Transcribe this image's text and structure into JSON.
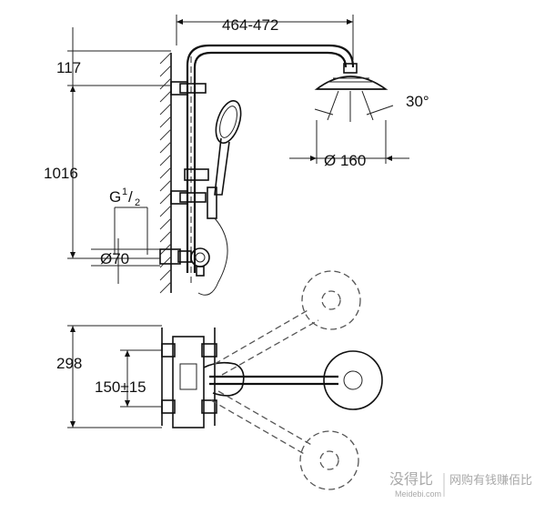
{
  "dimensions": {
    "arm_reach": "464-472",
    "wall_offset": "117",
    "height": "1016",
    "thread": "G",
    "thread_num": "1",
    "thread_den": "2",
    "rosette": "Ø70",
    "head_diameter": "Ø 160",
    "tilt_angle": "30°",
    "plan_depth": "298",
    "inlet_spacing": "150±15"
  },
  "watermark": {
    "brand": "没得比",
    "slogan": "网购有钱赚佰比",
    "url": "Meidebi.com"
  }
}
